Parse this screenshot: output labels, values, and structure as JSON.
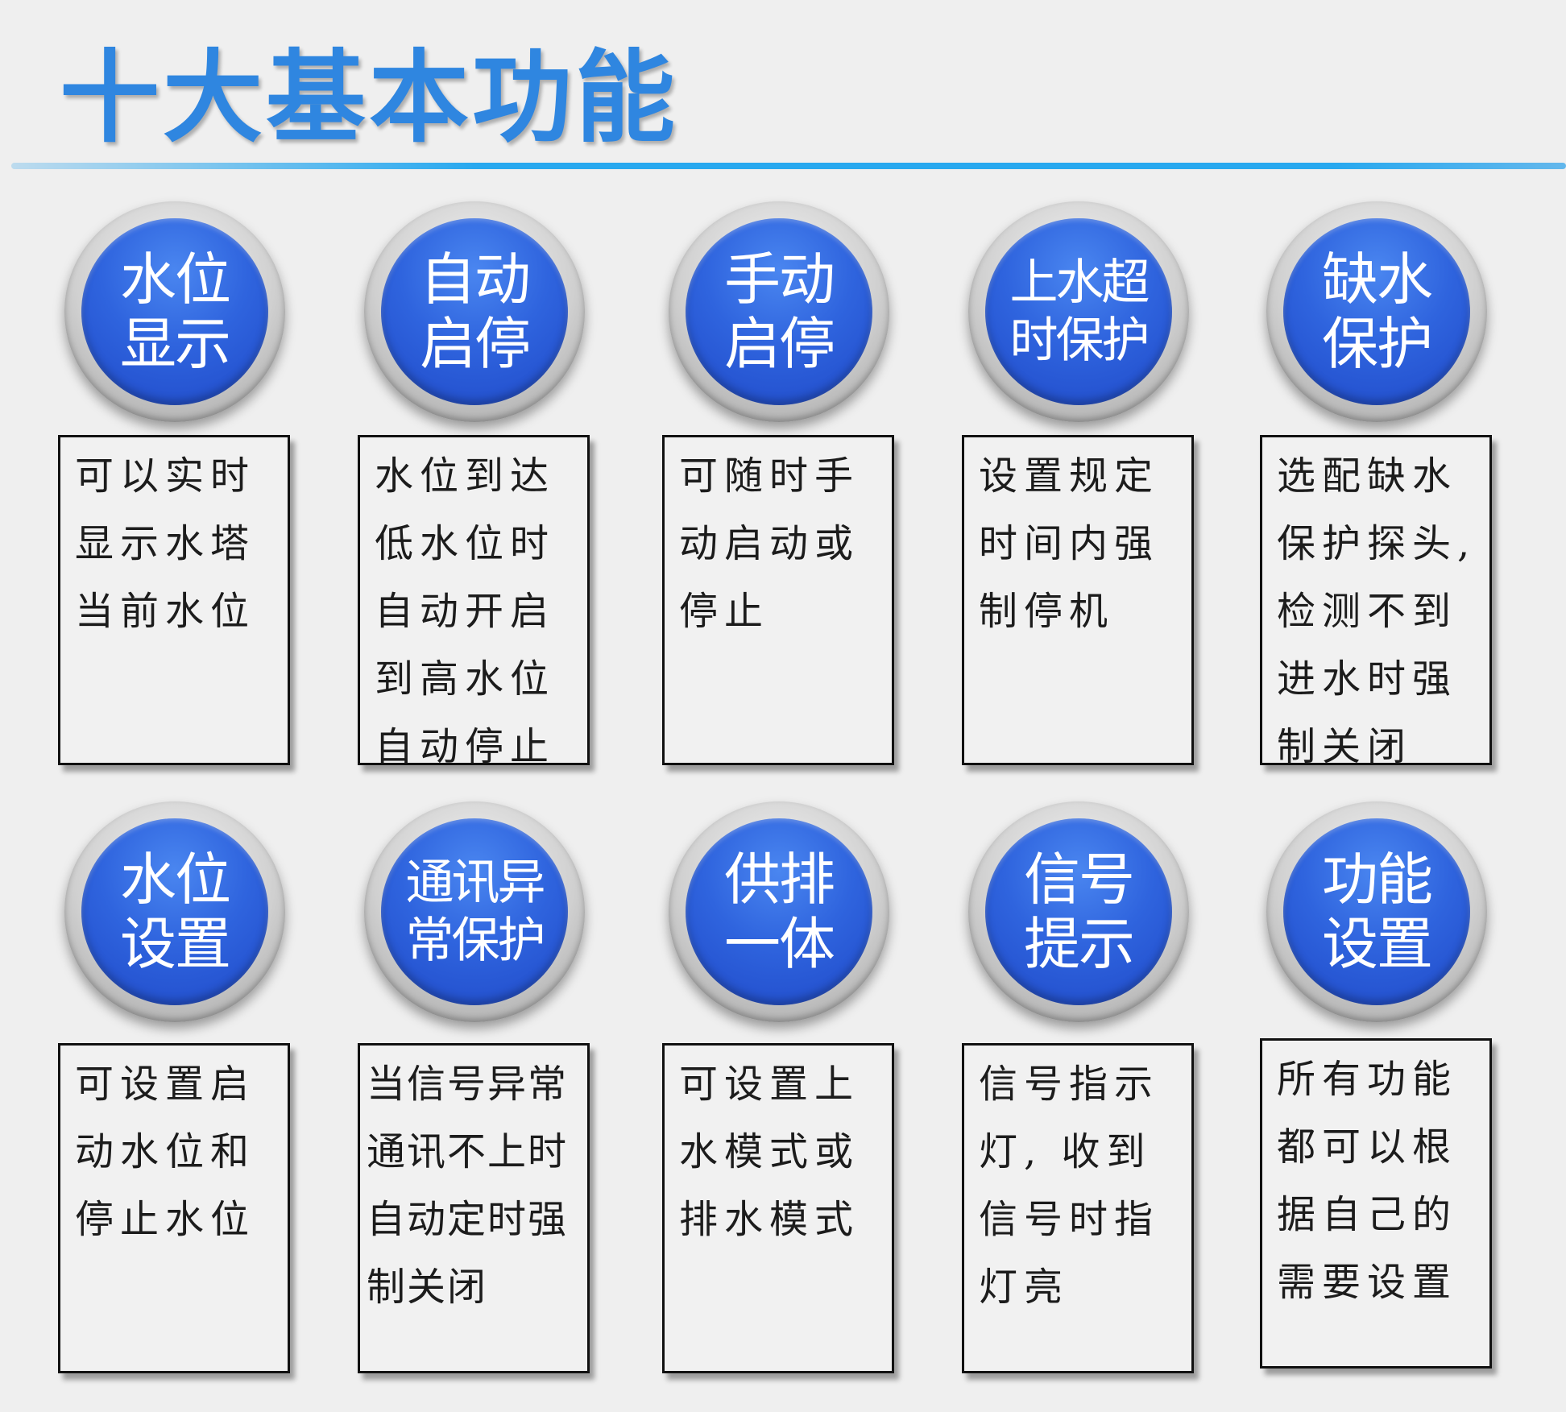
{
  "title": "十大基本功能",
  "features": [
    {
      "badge": [
        "水位",
        "显示"
      ],
      "desc": [
        "可以实时",
        "显示水塔",
        "当前水位"
      ]
    },
    {
      "badge": [
        "自动",
        "启停"
      ],
      "desc": [
        "水位到达",
        "低水位时",
        "自动开启",
        "到高水位",
        "自动停止"
      ]
    },
    {
      "badge": [
        "手动",
        "启停"
      ],
      "desc": [
        "可随时手",
        "动启动或",
        "停止"
      ]
    },
    {
      "badge": [
        "上水超",
        "时保护"
      ],
      "desc": [
        "设置规定",
        "时间内强",
        "制停机"
      ]
    },
    {
      "badge": [
        "缺水",
        "保护"
      ],
      "desc": [
        "选配缺水",
        "保护探头,",
        "检测不到",
        "进水时强",
        "制关闭"
      ]
    },
    {
      "badge": [
        "水位",
        "设置"
      ],
      "desc": [
        "可设置启",
        "动水位和",
        "停止水位"
      ]
    },
    {
      "badge": [
        "通讯异",
        "常保护"
      ],
      "desc": [
        "当信号异常",
        "通讯不上时",
        "自动定时强",
        "制关闭"
      ]
    },
    {
      "badge": [
        "供排",
        "一体"
      ],
      "desc": [
        "可设置上",
        "水模式或",
        "排水模式"
      ]
    },
    {
      "badge": [
        "信号",
        "提示"
      ],
      "desc": [
        "信号指示",
        "灯, 收到",
        "信号时指",
        "灯亮"
      ]
    },
    {
      "badge": [
        "功能",
        "设置"
      ],
      "desc": [
        "所有功能",
        "都可以根",
        "据自己的",
        "需要设置"
      ]
    }
  ]
}
